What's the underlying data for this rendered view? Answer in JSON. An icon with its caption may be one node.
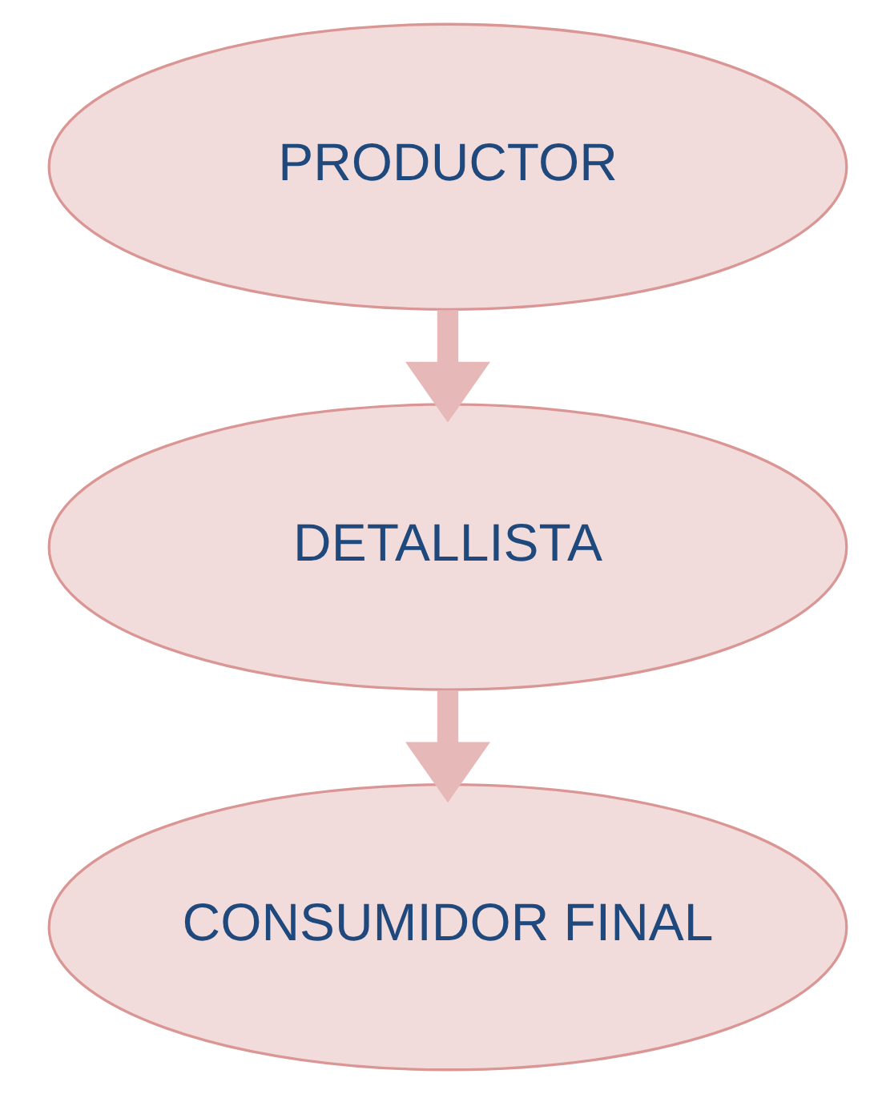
{
  "diagram": {
    "nodes": [
      {
        "text": [
          "PRODUCTOR"
        ]
      },
      {
        "text": [
          "DETALLISTA"
        ]
      },
      {
        "text": [
          "CONSUMIDOR FINAL"
        ]
      }
    ],
    "edges": [
      {
        "from": 0,
        "to": 1,
        "arrow": "to"
      },
      {
        "from": 1,
        "to": 2,
        "arrow": "to"
      }
    ]
  }
}
